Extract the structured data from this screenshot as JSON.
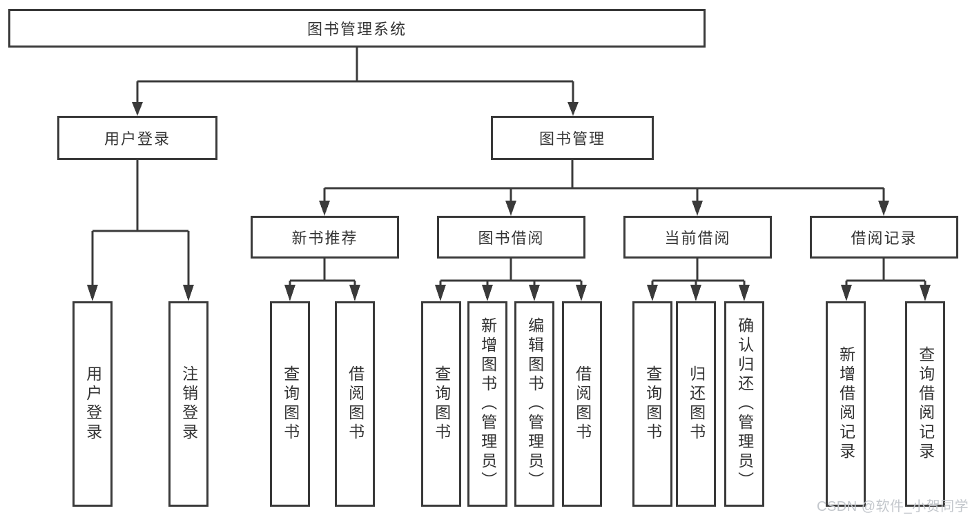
{
  "diagram": {
    "title": "图书管理系统",
    "tree": {
      "label": "图书管理系统",
      "children": [
        {
          "label": "用户登录",
          "children": [
            {
              "label": "用户登录"
            },
            {
              "label": "注销登录"
            }
          ]
        },
        {
          "label": "图书管理",
          "children": [
            {
              "label": "新书推荐",
              "children": [
                {
                  "label": "查询图书"
                },
                {
                  "label": "借阅图书"
                }
              ]
            },
            {
              "label": "图书借阅",
              "children": [
                {
                  "label": "查询图书"
                },
                {
                  "label": "新增图书（管理员）"
                },
                {
                  "label": "编辑图书（管理员）"
                },
                {
                  "label": "借阅图书"
                }
              ]
            },
            {
              "label": "当前借阅",
              "children": [
                {
                  "label": "查询图书"
                },
                {
                  "label": "归还图书"
                },
                {
                  "label": "确认归还（管理员）"
                }
              ]
            },
            {
              "label": "借阅记录",
              "children": [
                {
                  "label": "新增借阅记录"
                },
                {
                  "label": "查询借阅记录"
                }
              ]
            }
          ]
        }
      ]
    },
    "colors": {
      "line": "#3a3a3a",
      "text": "#333333",
      "background": "#ffffff",
      "watermark": "#c3c7cc"
    }
  },
  "watermark": {
    "text": "CSDN @软件_小贺同学"
  }
}
